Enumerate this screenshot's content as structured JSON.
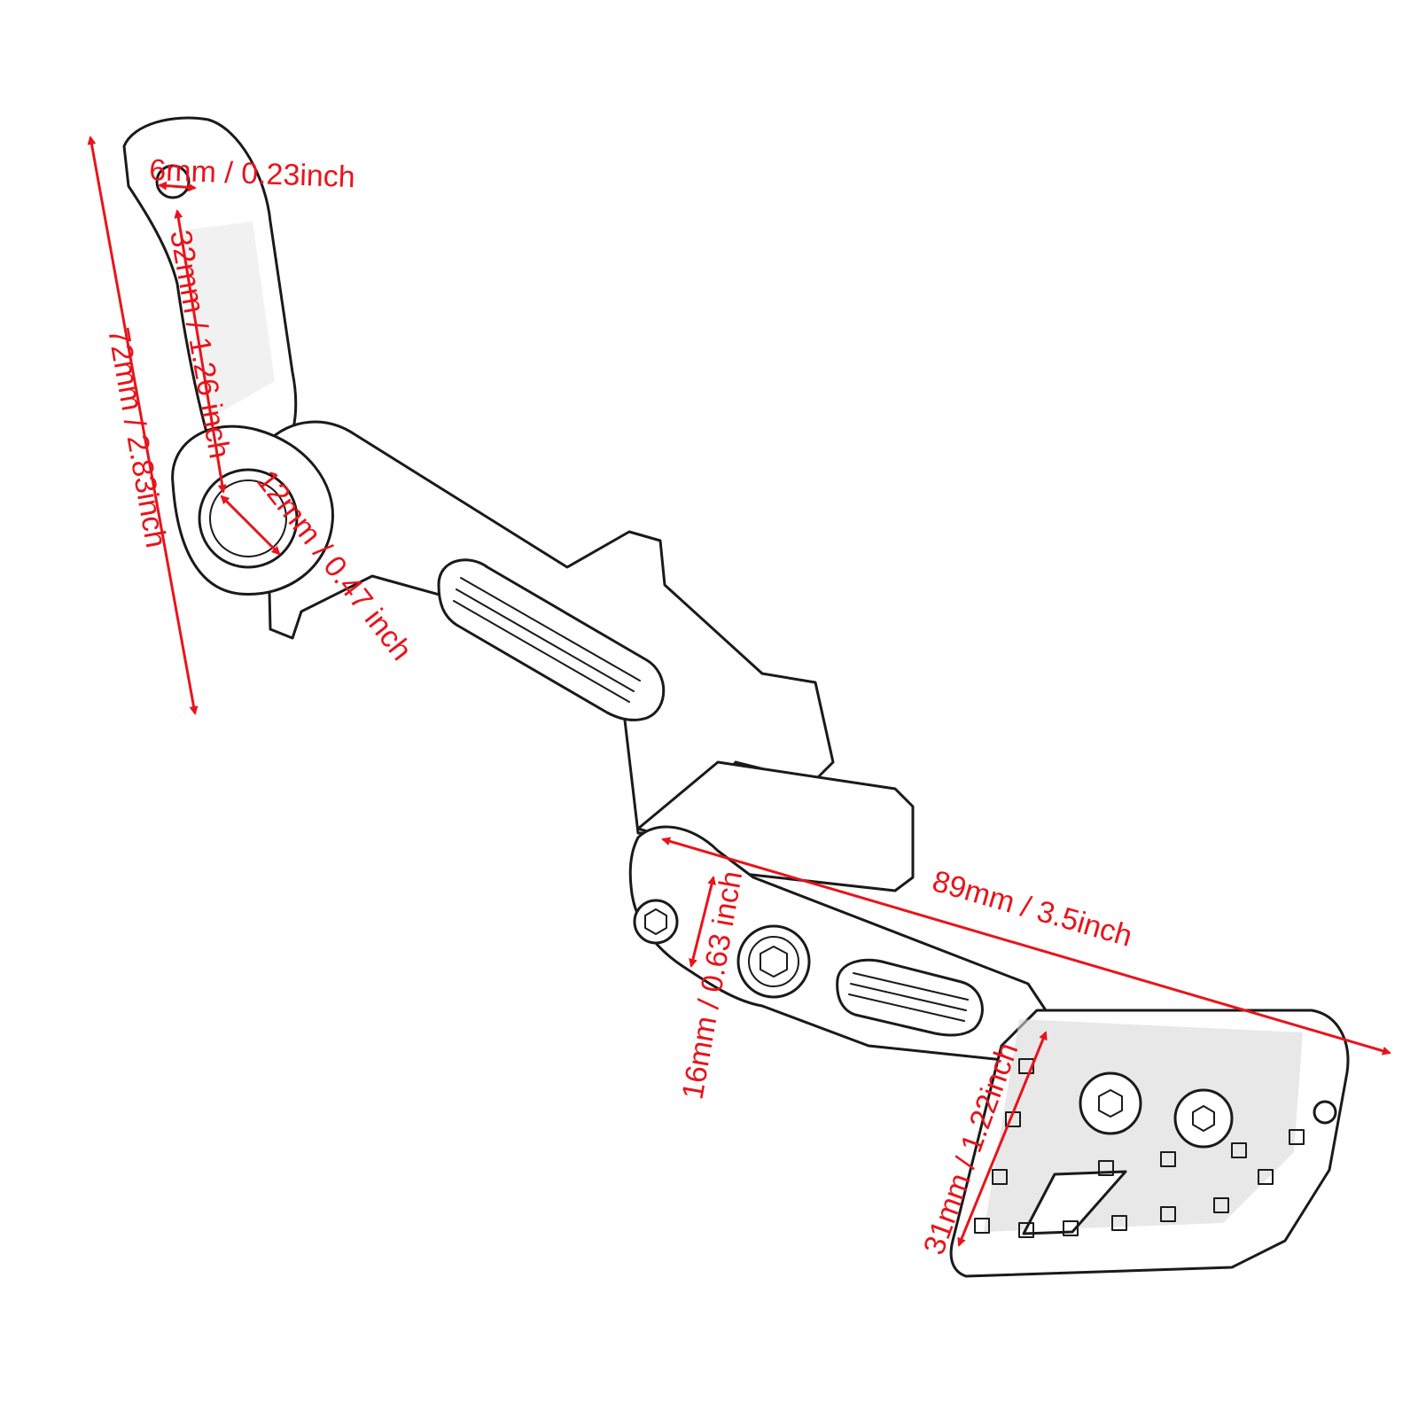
{
  "dimension_color": "#e8141b",
  "dimensions": {
    "hole_small": "6mm / 0.23inch",
    "hole_spacing": "32mm / 1.26 inch",
    "overall_height": "72mm / 2.83inch",
    "pivot_bore": "12mm / 0.47 inch",
    "overall_length": "89mm / 3.5inch",
    "joint_width": "16mm / 0.63 inch",
    "peg_width": "31mm / 1.22inch"
  }
}
